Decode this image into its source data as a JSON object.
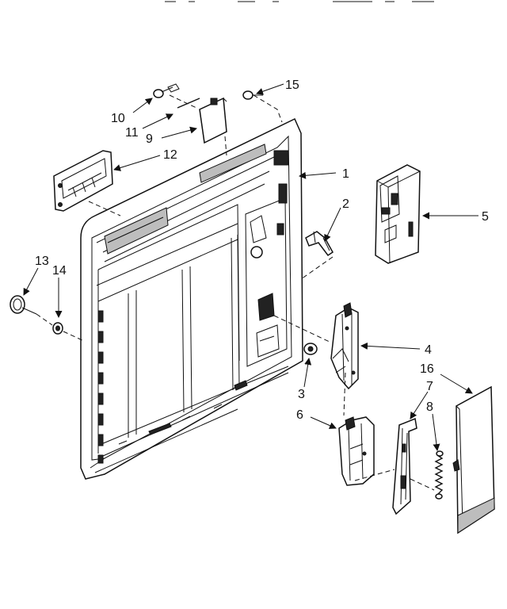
{
  "callouts": {
    "c1": "1",
    "c2": "2",
    "c3": "3",
    "c4": "4",
    "c5": "5",
    "c6": "6",
    "c7": "7",
    "c8": "8",
    "c9": "9",
    "c10": "10",
    "c11": "11",
    "c12": "12",
    "c13": "13",
    "c14": "14",
    "c15": "15",
    "c16": "16"
  },
  "colors": {
    "ink": "#111111",
    "background": "#ffffff"
  }
}
